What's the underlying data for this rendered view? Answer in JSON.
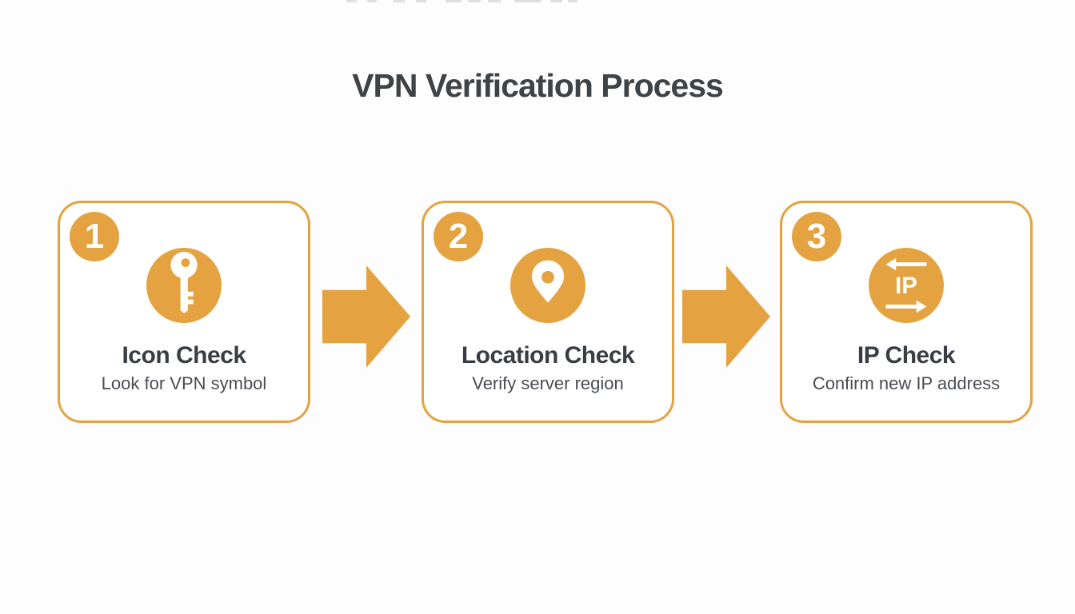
{
  "title": "VPN Verification Process",
  "steps": [
    {
      "number": "1",
      "icon": "key-icon",
      "title": "Icon Check",
      "subtitle": "Look for VPN symbol"
    },
    {
      "number": "2",
      "icon": "location-pin-icon",
      "title": "Location Check",
      "subtitle": "Verify server region"
    },
    {
      "number": "3",
      "icon": "ip-transfer-icon",
      "icon_label": "IP",
      "title": "IP Check",
      "subtitle": "Confirm new IP address"
    }
  ],
  "colors": {
    "accent": "#E4A240",
    "title-color": "#3E4347",
    "heading-color": "#393E44",
    "body-color": "#494D52",
    "background": "#FDFDFD",
    "icon-foreground": "#FFFFFF"
  }
}
